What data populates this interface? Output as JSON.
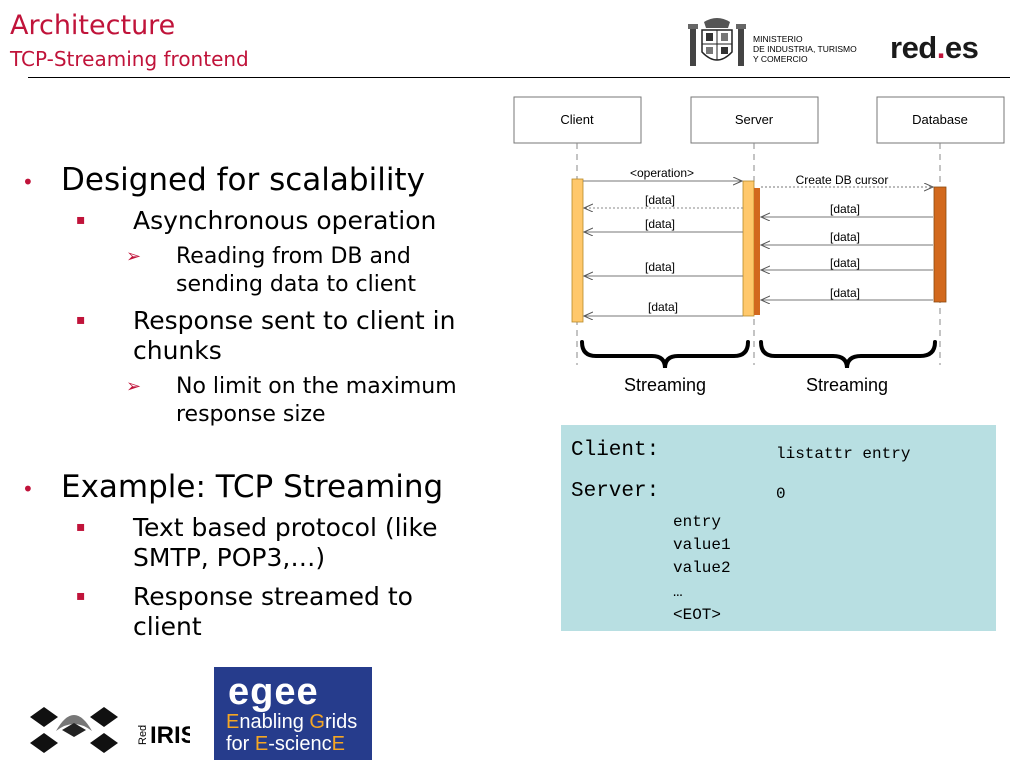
{
  "header": {
    "title": "Architecture",
    "subtitle": "TCP-Streaming frontend",
    "ministry": [
      "MINISTERIO",
      "DE INDUSTRIA, TURISMO",
      "Y COMERCIO"
    ],
    "brand_a": "red",
    "brand_dot": ".",
    "brand_b": "es"
  },
  "bullets": {
    "b1": "Designed for scalability",
    "b1_1": "Asynchronous operation",
    "b1_1_1a": "Reading from DB and",
    "b1_1_1b": "sending data to client",
    "b1_2a": "Response sent to client in",
    "b1_2b": "chunks",
    "b1_2_1a": "No limit on the maximum",
    "b1_2_1b": "response size",
    "b2": "Example: TCP Streaming",
    "b2_1a": "Text based protocol (like",
    "b2_1b": "SMTP, POP3,…)",
    "b2_2a": "Response streamed to",
    "b2_2b": "client",
    "marker1": "•",
    "marker2": "▪",
    "marker3": "➢"
  },
  "diagram": {
    "actors": [
      "Client",
      "Server",
      "Database"
    ],
    "operation": "<operation>",
    "create_cursor": "Create DB cursor",
    "data": "[data]",
    "streaming": "Streaming"
  },
  "code": {
    "client_label": "Client:",
    "client_cmd": "listattr entry",
    "server_label": "Server:",
    "server_code": "0",
    "lines": [
      "entry",
      "value1",
      "value2",
      "…",
      "<EOT>"
    ]
  },
  "logos": {
    "rediris": "IRIS",
    "rediris_vertical": "Red",
    "egee_title": "egee",
    "egee_line1": [
      "E",
      "nabling ",
      "G",
      "rids"
    ],
    "egee_line2": [
      "for ",
      "E",
      "-scienc",
      "E"
    ]
  },
  "colors": {
    "accent": "#c0133a",
    "client_bar": "#ffc86b",
    "server_bar": "#ffc86b",
    "db_bar": "#d2691e",
    "code_bg": "#b8dfe2",
    "egee_bg": "#263c8c"
  }
}
